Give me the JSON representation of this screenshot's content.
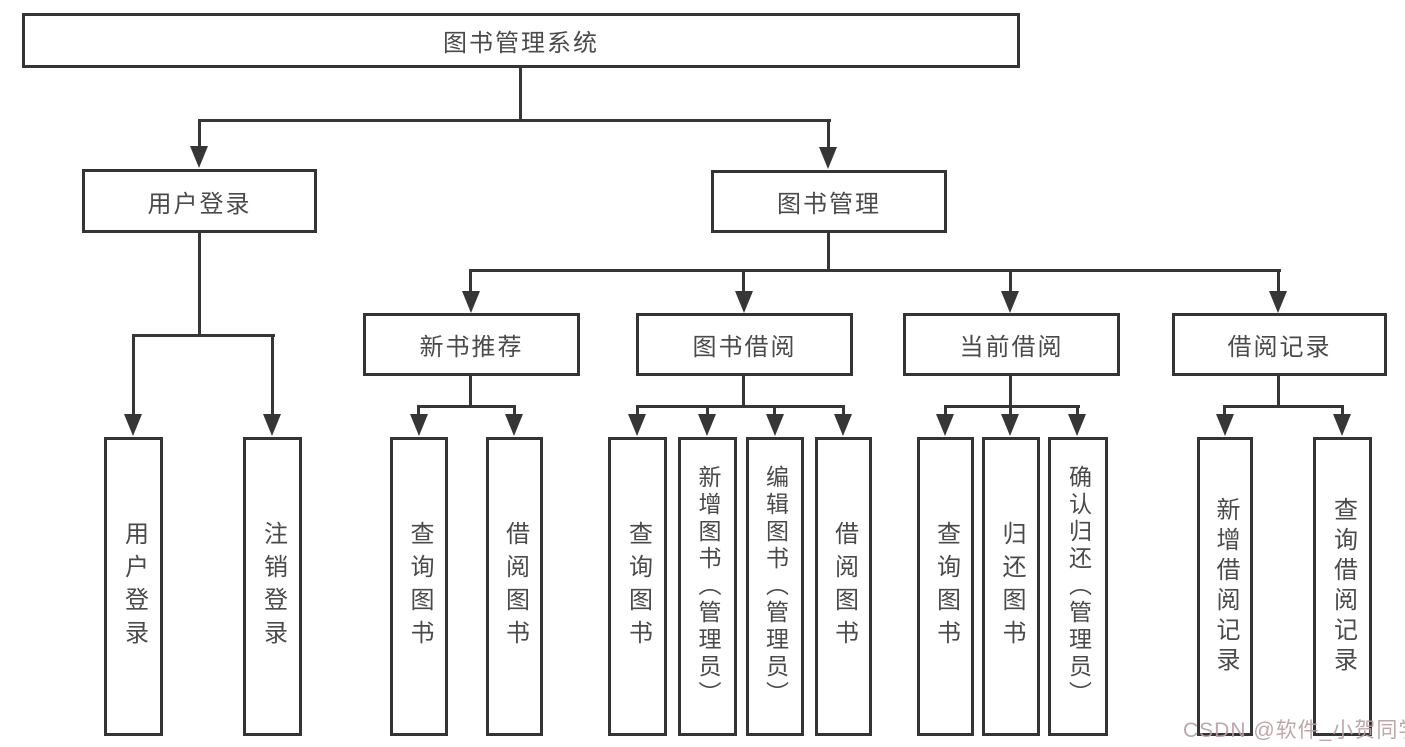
{
  "diagram": {
    "root": "图书管理系统",
    "level2": {
      "user_login": "用户登录",
      "book_mgmt": "图书管理"
    },
    "level3": {
      "new_books": "新书推荐",
      "book_borrow": "图书借阅",
      "current_borrow": "当前借阅",
      "borrow_records": "借阅记录"
    },
    "leaves": {
      "user_login": [
        "用户登录",
        "注销登录"
      ],
      "new_books": [
        "查询图书",
        "借阅图书"
      ],
      "book_borrow": [
        "查询图书",
        "新增图书（管理员）",
        "编辑图书（管理员）",
        "借阅图书"
      ],
      "current_borrow": [
        "查询图书",
        "归还图书",
        "确认归还（管理员）"
      ],
      "borrow_records": [
        "新增借阅记录",
        "查询借阅记录"
      ]
    }
  },
  "watermark": "CSDN @软件_小贺同学",
  "colors": {
    "line": "#363636",
    "border": "#343434",
    "text": "#4a4a4a",
    "watermark": "#ba9ea4",
    "background": "#ffffff"
  }
}
